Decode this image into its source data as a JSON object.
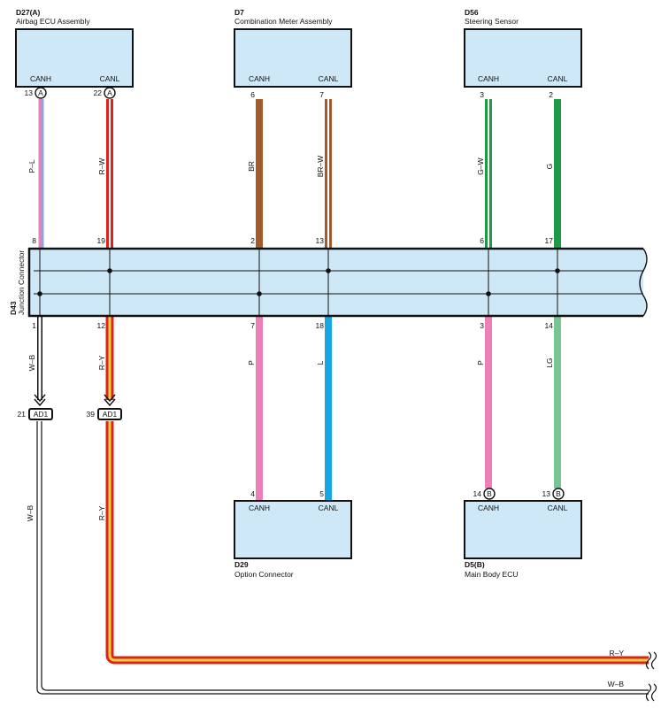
{
  "components": {
    "d27": {
      "code": "D27(A)",
      "name": "Airbag ECU Assembly",
      "pin_canh": "CANH",
      "pin_canl": "CANL"
    },
    "d7": {
      "code": "D7",
      "name": "Combination Meter Assembly",
      "pin_canh": "CANH",
      "pin_canl": "CANL"
    },
    "d56": {
      "code": "D56",
      "name": "Steering Sensor",
      "pin_canh": "CANH",
      "pin_canl": "CANL"
    },
    "d29": {
      "code": "D29",
      "name": "Option Connector",
      "pin_canh": "CANH",
      "pin_canl": "CANL"
    },
    "d5": {
      "code": "D5(B)",
      "name": "Main Body ECU",
      "pin_canh": "CANH",
      "pin_canl": "CANL"
    }
  },
  "junction": {
    "code": "D43",
    "name": "Junction Connector"
  },
  "terminals": {
    "d27_canh": "13",
    "d27_canl": "22",
    "d27_canh_tag": "A",
    "d27_canl_tag": "A",
    "d7_canh": "6",
    "d7_canl": "7",
    "d56_canh": "3",
    "d56_canl": "2",
    "jtop_a": "8",
    "jtop_b": "19",
    "jtop_c": "2",
    "jtop_d": "13",
    "jtop_e": "6",
    "jtop_f": "17",
    "jbot_a": "1",
    "jbot_b": "12",
    "jbot_c": "7",
    "jbot_d": "18",
    "jbot_e": "3",
    "jbot_f": "14",
    "ad1_left_pin": "21",
    "ad1_right_pin": "39",
    "ad1_label": "AD1",
    "d29_canh": "4",
    "d29_canl": "5",
    "d5_canh": "14",
    "d5_canl": "13",
    "d5_canh_tag": "B",
    "d5_canl_tag": "B"
  },
  "wires": {
    "d27_canh": "P–L",
    "d27_canl": "R–W",
    "d7_canh": "BR",
    "d7_canl": "BR–W",
    "d56_canh": "G–W",
    "d56_canl": "G",
    "ground_upper": "W–B",
    "bus_upper": "R–Y",
    "d29_canh": "P",
    "d29_canl": "L",
    "d5_canh": "P",
    "d5_canl": "LG",
    "ground_lower": "W–B",
    "bus_lower": "R–Y",
    "exit_bus": "R–Y",
    "exit_ground": "W–B"
  },
  "colors": {
    "pink": "#ec7fb6",
    "blue": "#8ea3e0",
    "red": "#d9241f",
    "brown": "#a35a2e",
    "green": "#1e9a47",
    "light_green": "#79c493",
    "cyan": "#16a8e2",
    "yellow": "#f4d03f",
    "box_fill": "#cfe8f7"
  }
}
